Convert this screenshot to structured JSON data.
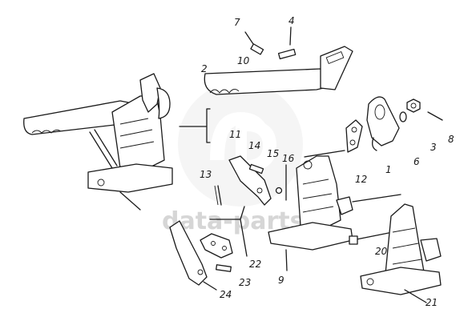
{
  "watermark": {
    "text": "data-parts"
  },
  "callouts": [
    "7",
    "4",
    "10",
    "2",
    "11",
    "14",
    "15",
    "16",
    "13",
    "12",
    "1",
    "6",
    "3",
    "8",
    "22",
    "9",
    "23",
    "24",
    "20",
    "21"
  ]
}
